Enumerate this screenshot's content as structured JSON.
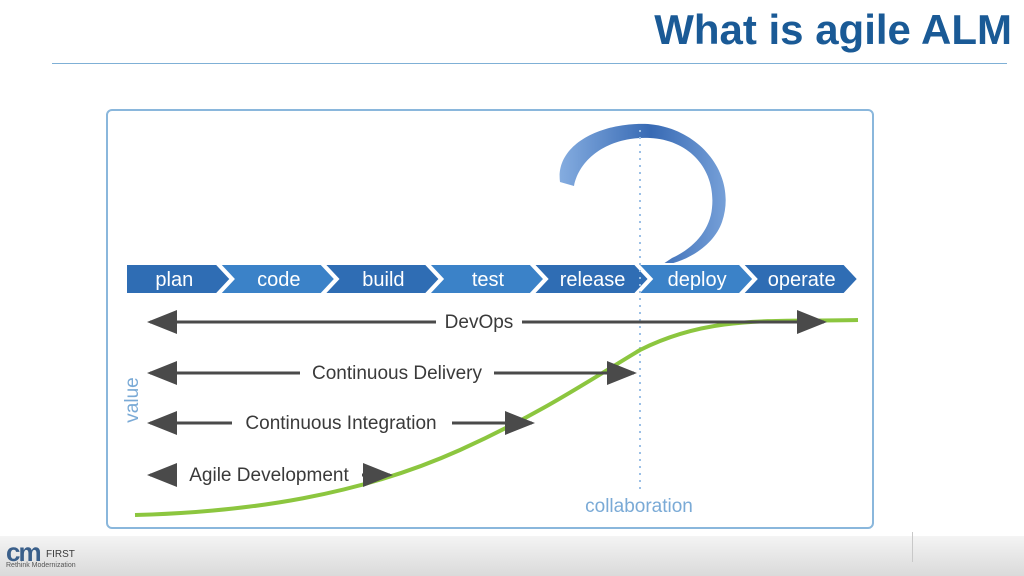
{
  "header": {
    "title": "What is agile ALM"
  },
  "diagram": {
    "stages": [
      "plan",
      "code",
      "build",
      "test",
      "release",
      "deploy",
      "operate"
    ],
    "stage_colors": [
      "#2f6db4",
      "#3b82c8"
    ],
    "arrows": [
      "DevOps",
      "Continuous Delivery",
      "Continuous Integration",
      "Agile Development"
    ],
    "axis_label": "value",
    "collaboration_label": "collaboration",
    "curve_color": "#8cc63f",
    "swirl_color": "#3a74c0"
  },
  "footer": {
    "logo_mark": "cm",
    "logo_first": "FIRST",
    "logo_tagline": "Rethink Modernization"
  }
}
